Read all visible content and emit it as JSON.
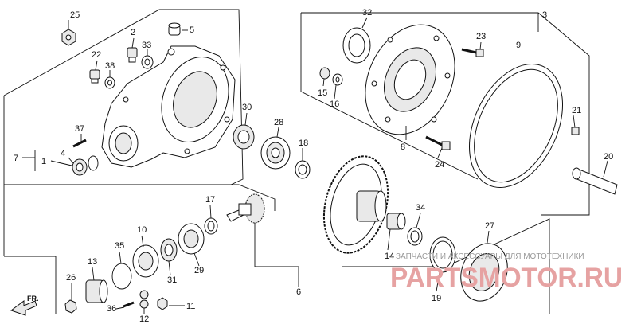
{
  "labels": {
    "p1": "1",
    "p2": "2",
    "p3": "3",
    "p4": "4",
    "p5": "5",
    "p6": "6",
    "p7": "7",
    "p8": "8",
    "p9": "9",
    "p10": "10",
    "p11": "11",
    "p12": "12",
    "p13": "13",
    "p14": "14",
    "p15": "15",
    "p16": "16",
    "p17": "17",
    "p18": "18",
    "p19": "19",
    "p20": "20",
    "p21": "21",
    "p22": "22",
    "p23": "23",
    "p24": "24",
    "p25": "25",
    "p26": "26",
    "p27": "27",
    "p28": "28",
    "p29": "29",
    "p30": "30",
    "p31": "31",
    "p32": "32",
    "p33": "33",
    "p34": "34",
    "p35": "35",
    "p36": "36",
    "p37": "37",
    "p38": "38"
  },
  "direction_label": "FR.",
  "watermark": {
    "caption": "ЗАПЧАСТИ И АКСЕССУАРЫ ДЛЯ МОТОТЕХНИКИ",
    "logo": "PARTSMOTOR.RU"
  },
  "colors": {
    "ink": "#111111",
    "watermark_red": "#e6a2a2",
    "watermark_gray": "#9a9a9a"
  }
}
